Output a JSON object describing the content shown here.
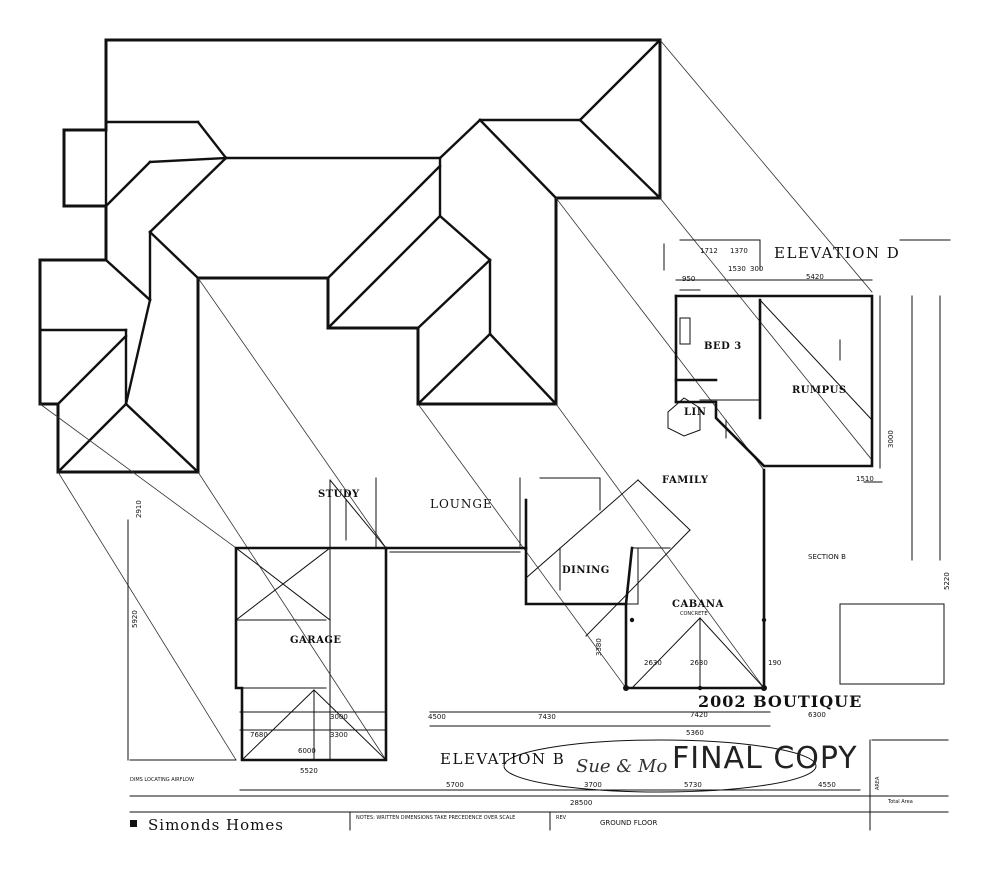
{
  "plan": {
    "title": "2002 BOUTIQUE",
    "stamp": "FINAL COPY",
    "signature": "Sue & Mo",
    "company": "Simonds Homes",
    "sheet": "GROUND FLOOR",
    "rooms": {
      "bed3": "BED 3",
      "rumpus": "RUMPUS",
      "lin": "LIN",
      "study": "STUDY",
      "lounge": "LOUNGE",
      "family": "FAMILY",
      "dining": "DINING",
      "cabana": "CABANA",
      "garage": "GARAGE",
      "concrete": "CONCRETE",
      "section": "SECTION B"
    },
    "elevations": {
      "d": "ELEVATION D",
      "b": "ELEVATION B"
    },
    "dims": {
      "d1": "1712",
      "d2": "1370",
      "d3": "1530",
      "d4": "300",
      "d5": "5420",
      "d6": "950",
      "d7": "1510",
      "d8": "3000",
      "d9": "4500",
      "d10": "7430",
      "d11": "7420",
      "d12": "6300",
      "d13": "3300",
      "d14": "5360",
      "d15": "6000",
      "d16": "5520",
      "d17": "5700",
      "d18": "3700",
      "d19": "5730",
      "d20": "4550",
      "d21": "28500",
      "d22": "2630",
      "d23": "2630",
      "d24": "190",
      "d25": "3380",
      "d26": "5920",
      "d27": "2910",
      "d28": "3000",
      "d29": "5220",
      "d30": "7680"
    },
    "notes": {
      "footer_left": "DIMS LOCATING AIRFLOW",
      "footer_notes": "NOTES: WRITTEN DIMENSIONS TAKE PRECEDENCE OVER SCALE",
      "rev": "REV",
      "area_label": "AREA",
      "total_area": "Total Area"
    }
  },
  "colors": {
    "line": "#111111",
    "paper": "#ffffff",
    "faint": "#555555"
  }
}
